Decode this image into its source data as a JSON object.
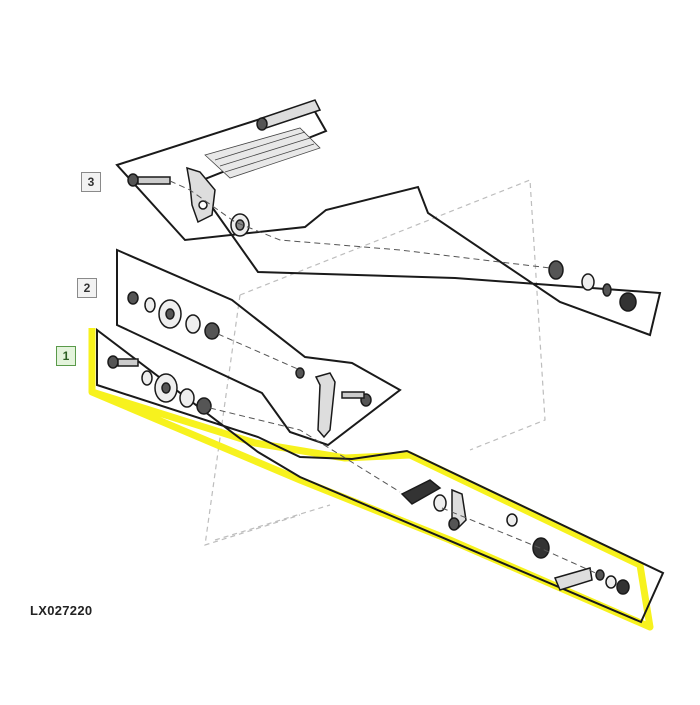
{
  "diagram": {
    "callouts": [
      {
        "id": "callout-3",
        "label": "3"
      },
      {
        "id": "callout-2",
        "label": "2"
      },
      {
        "id": "callout-1",
        "label": "1"
      }
    ],
    "reference_code": "LX027220",
    "colors": {
      "line": "#1a1a1a",
      "ghost": "#bdbdbd",
      "highlight": "#f7f21e",
      "callout_highlight_fill": "#e4f4dc",
      "callout_highlight_border": "#5a9a4a"
    }
  }
}
